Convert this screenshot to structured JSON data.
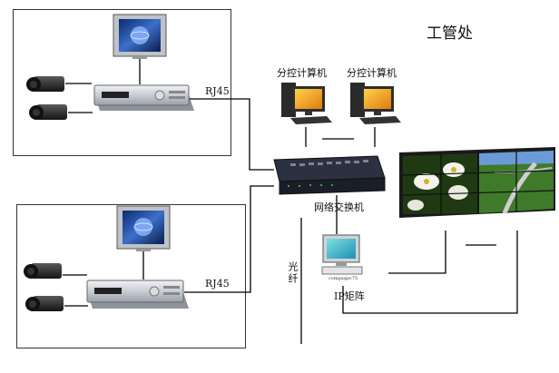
{
  "title": "工管处",
  "labels": {
    "rj45_top": "RJ45",
    "rj45_bottom": "RJ45",
    "client_pc_1": "分控计算机",
    "client_pc_2": "分控计算机",
    "network_switch": "网络交换机",
    "fiber": "光纤",
    "ip_matrix": "IP矩阵",
    "computer_caption": "compaqav75"
  },
  "colors": {
    "frame": "#333333",
    "dvr_body": "#d9dde3",
    "monitor_screen": "#2a4e9a",
    "switch_body": "#1e2430",
    "video_wall_sky": "#6a9bd8",
    "video_wall_field": "#3e7a2a"
  },
  "icons": [
    "camera-icon",
    "crt-monitor-icon",
    "dvr-icon",
    "desktop-computer-icon",
    "network-switch-icon",
    "video-wall-icon",
    "ip-matrix-computer-icon"
  ]
}
